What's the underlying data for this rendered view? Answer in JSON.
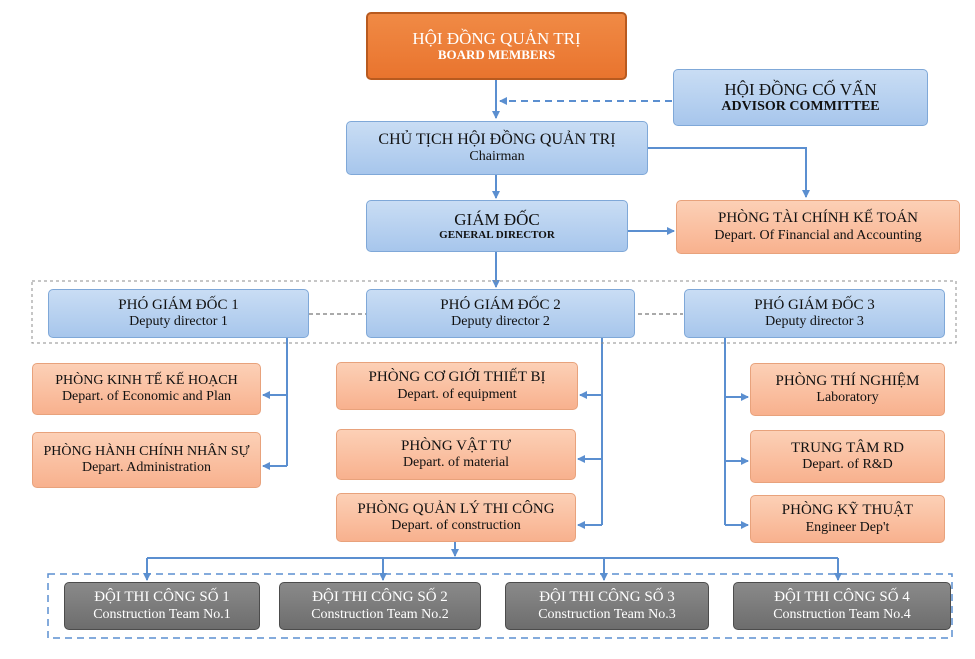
{
  "board": {
    "vi": "HỘI ĐỒNG QUẢN TRỊ",
    "en": "BOARD MEMBERS"
  },
  "advisor": {
    "vi": "HỘI ĐỒNG CỐ VẤN",
    "en": "ADVISOR COMMITTEE"
  },
  "chairman": {
    "vi": "CHỦ TỊCH HỘI ĐỒNG QUẢN TRỊ",
    "en": "Chairman"
  },
  "director": {
    "vi": "GIÁM ĐỐC",
    "en": "GENERAL DIRECTOR"
  },
  "finance": {
    "vi": "PHÒNG TÀI CHÍNH KẾ TOÁN",
    "en": "Depart. Of Financial and Accounting"
  },
  "deputies": [
    {
      "vi": "PHÓ GIÁM ĐỐC 1",
      "en": "Deputy director 1"
    },
    {
      "vi": "PHÓ GIÁM ĐỐC 2",
      "en": "Deputy director 2"
    },
    {
      "vi": "PHÓ GIÁM ĐỐC 3",
      "en": "Deputy director 3"
    }
  ],
  "dept_left": [
    {
      "vi": "PHÒNG KINH TẾ KẾ HOẠCH",
      "en": "Depart. of Economic and Plan"
    },
    {
      "vi": "PHÒNG HÀNH CHÍNH NHÂN SỰ",
      "en": "Depart. Administration"
    }
  ],
  "dept_mid": [
    {
      "vi": "PHÒNG CƠ GIỚI THIẾT BỊ",
      "en": "Depart. of equipment"
    },
    {
      "vi": "PHÒNG VẬT TƯ",
      "en": "Depart. of material"
    },
    {
      "vi": "PHÒNG QUẢN LÝ THI CÔNG",
      "en": "Depart. of construction"
    }
  ],
  "dept_right": [
    {
      "vi": "PHÒNG THÍ NGHIỆM",
      "en": "Laboratory"
    },
    {
      "vi": "TRUNG TÂM RD",
      "en": "Depart. of  R&D"
    },
    {
      "vi": "PHÒNG KỸ THUẬT",
      "en": "Engineer Dep't"
    }
  ],
  "teams": [
    {
      "vi": "ĐỘI THI CÔNG SỐ 1",
      "en": "Construction Team No.1"
    },
    {
      "vi": "ĐỘI THI CÔNG SỐ 2",
      "en": "Construction Team No.2"
    },
    {
      "vi": "ĐỘI THI CÔNG SỐ 3",
      "en": "Construction Team No.3"
    },
    {
      "vi": "ĐỘI THI CÔNG SỐ 4",
      "en": "Construction Team No.4"
    }
  ],
  "colors": {
    "board": "#ec7a33",
    "management": "#b3cdee",
    "department": "#f9bb9a",
    "team": "#7a7a7a",
    "connector": "#5b8fd0"
  }
}
